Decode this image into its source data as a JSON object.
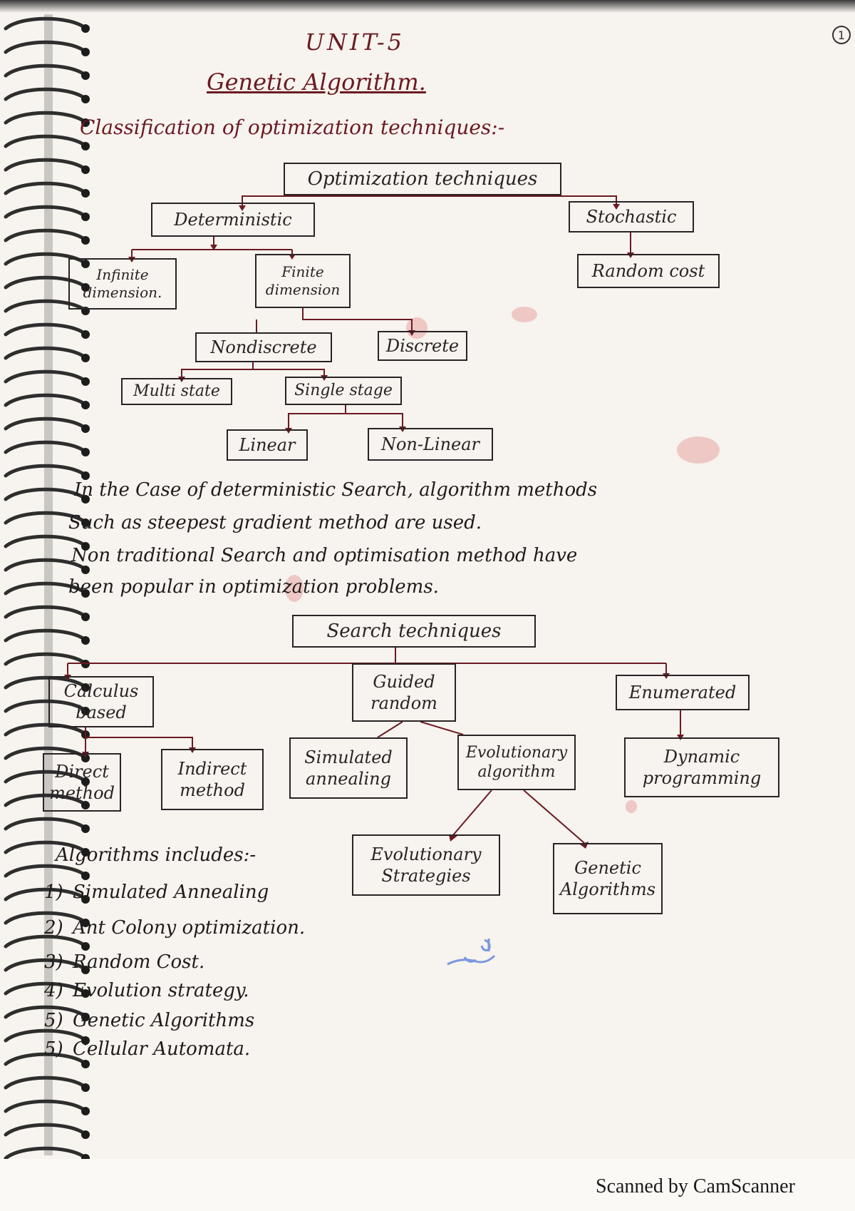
{
  "header": {
    "unit_title": "UNIT-5",
    "subject_title": "Genetic Algorithm.",
    "page_number": "1"
  },
  "section1": {
    "heading": "Classification of optimization techniques:-",
    "tree": {
      "root": "Optimization techniques",
      "deterministic": "Deterministic",
      "stochastic": "Stochastic",
      "random_cost": "Random cost",
      "infinite": "Infinite\ndimension.",
      "finite": "Finite\ndimension",
      "nondiscrete": "Nondiscrete",
      "discrete": "Discrete",
      "multistate": "Multi state",
      "single_stage": "Single stage",
      "linear": "Linear",
      "nonlinear": "Non-Linear"
    }
  },
  "paragraph": {
    "line1": "In the Case of deterministic Search, algorithm methods",
    "line2": "Such as steepest gradient method are used.",
    "line3": "Non traditional Search and optimisation method have",
    "line4": "been popular in optimization problems."
  },
  "section2": {
    "tree": {
      "root": "Search techniques",
      "calculus": "Calculus\nbased",
      "guided": "Guided\nrandom",
      "enumerated": "Enumerated",
      "direct": "Direct\nmethod",
      "indirect": "Indirect\nmethod",
      "simulated": "Simulated\nannealing",
      "evolutionary": "Evolutionary\nalgorithm",
      "dynamic": "Dynamic\nprogramming",
      "evo_strategies": "Evolutionary\nStrategies",
      "genetic": "Genetic\nAlgorithms"
    }
  },
  "algorithms": {
    "heading": "Algorithms includes:-",
    "items": [
      {
        "num": "1)",
        "text": "Simulated Annealing"
      },
      {
        "num": "2)",
        "text": "Ant Colony optimization."
      },
      {
        "num": "3)",
        "text": "Random Cost."
      },
      {
        "num": "4)",
        "text": "Evolution strategy."
      },
      {
        "num": "5)",
        "text": "Genetic Algorithms"
      },
      {
        "num": "5)",
        "text": "Cellular Automata."
      }
    ]
  },
  "footer": {
    "scanner_text": "Scanned by CamScanner"
  },
  "colors": {
    "ink_red": "#6b1a22",
    "ink_dark": "#1f1b1c",
    "paper": "#f7f3ee"
  }
}
